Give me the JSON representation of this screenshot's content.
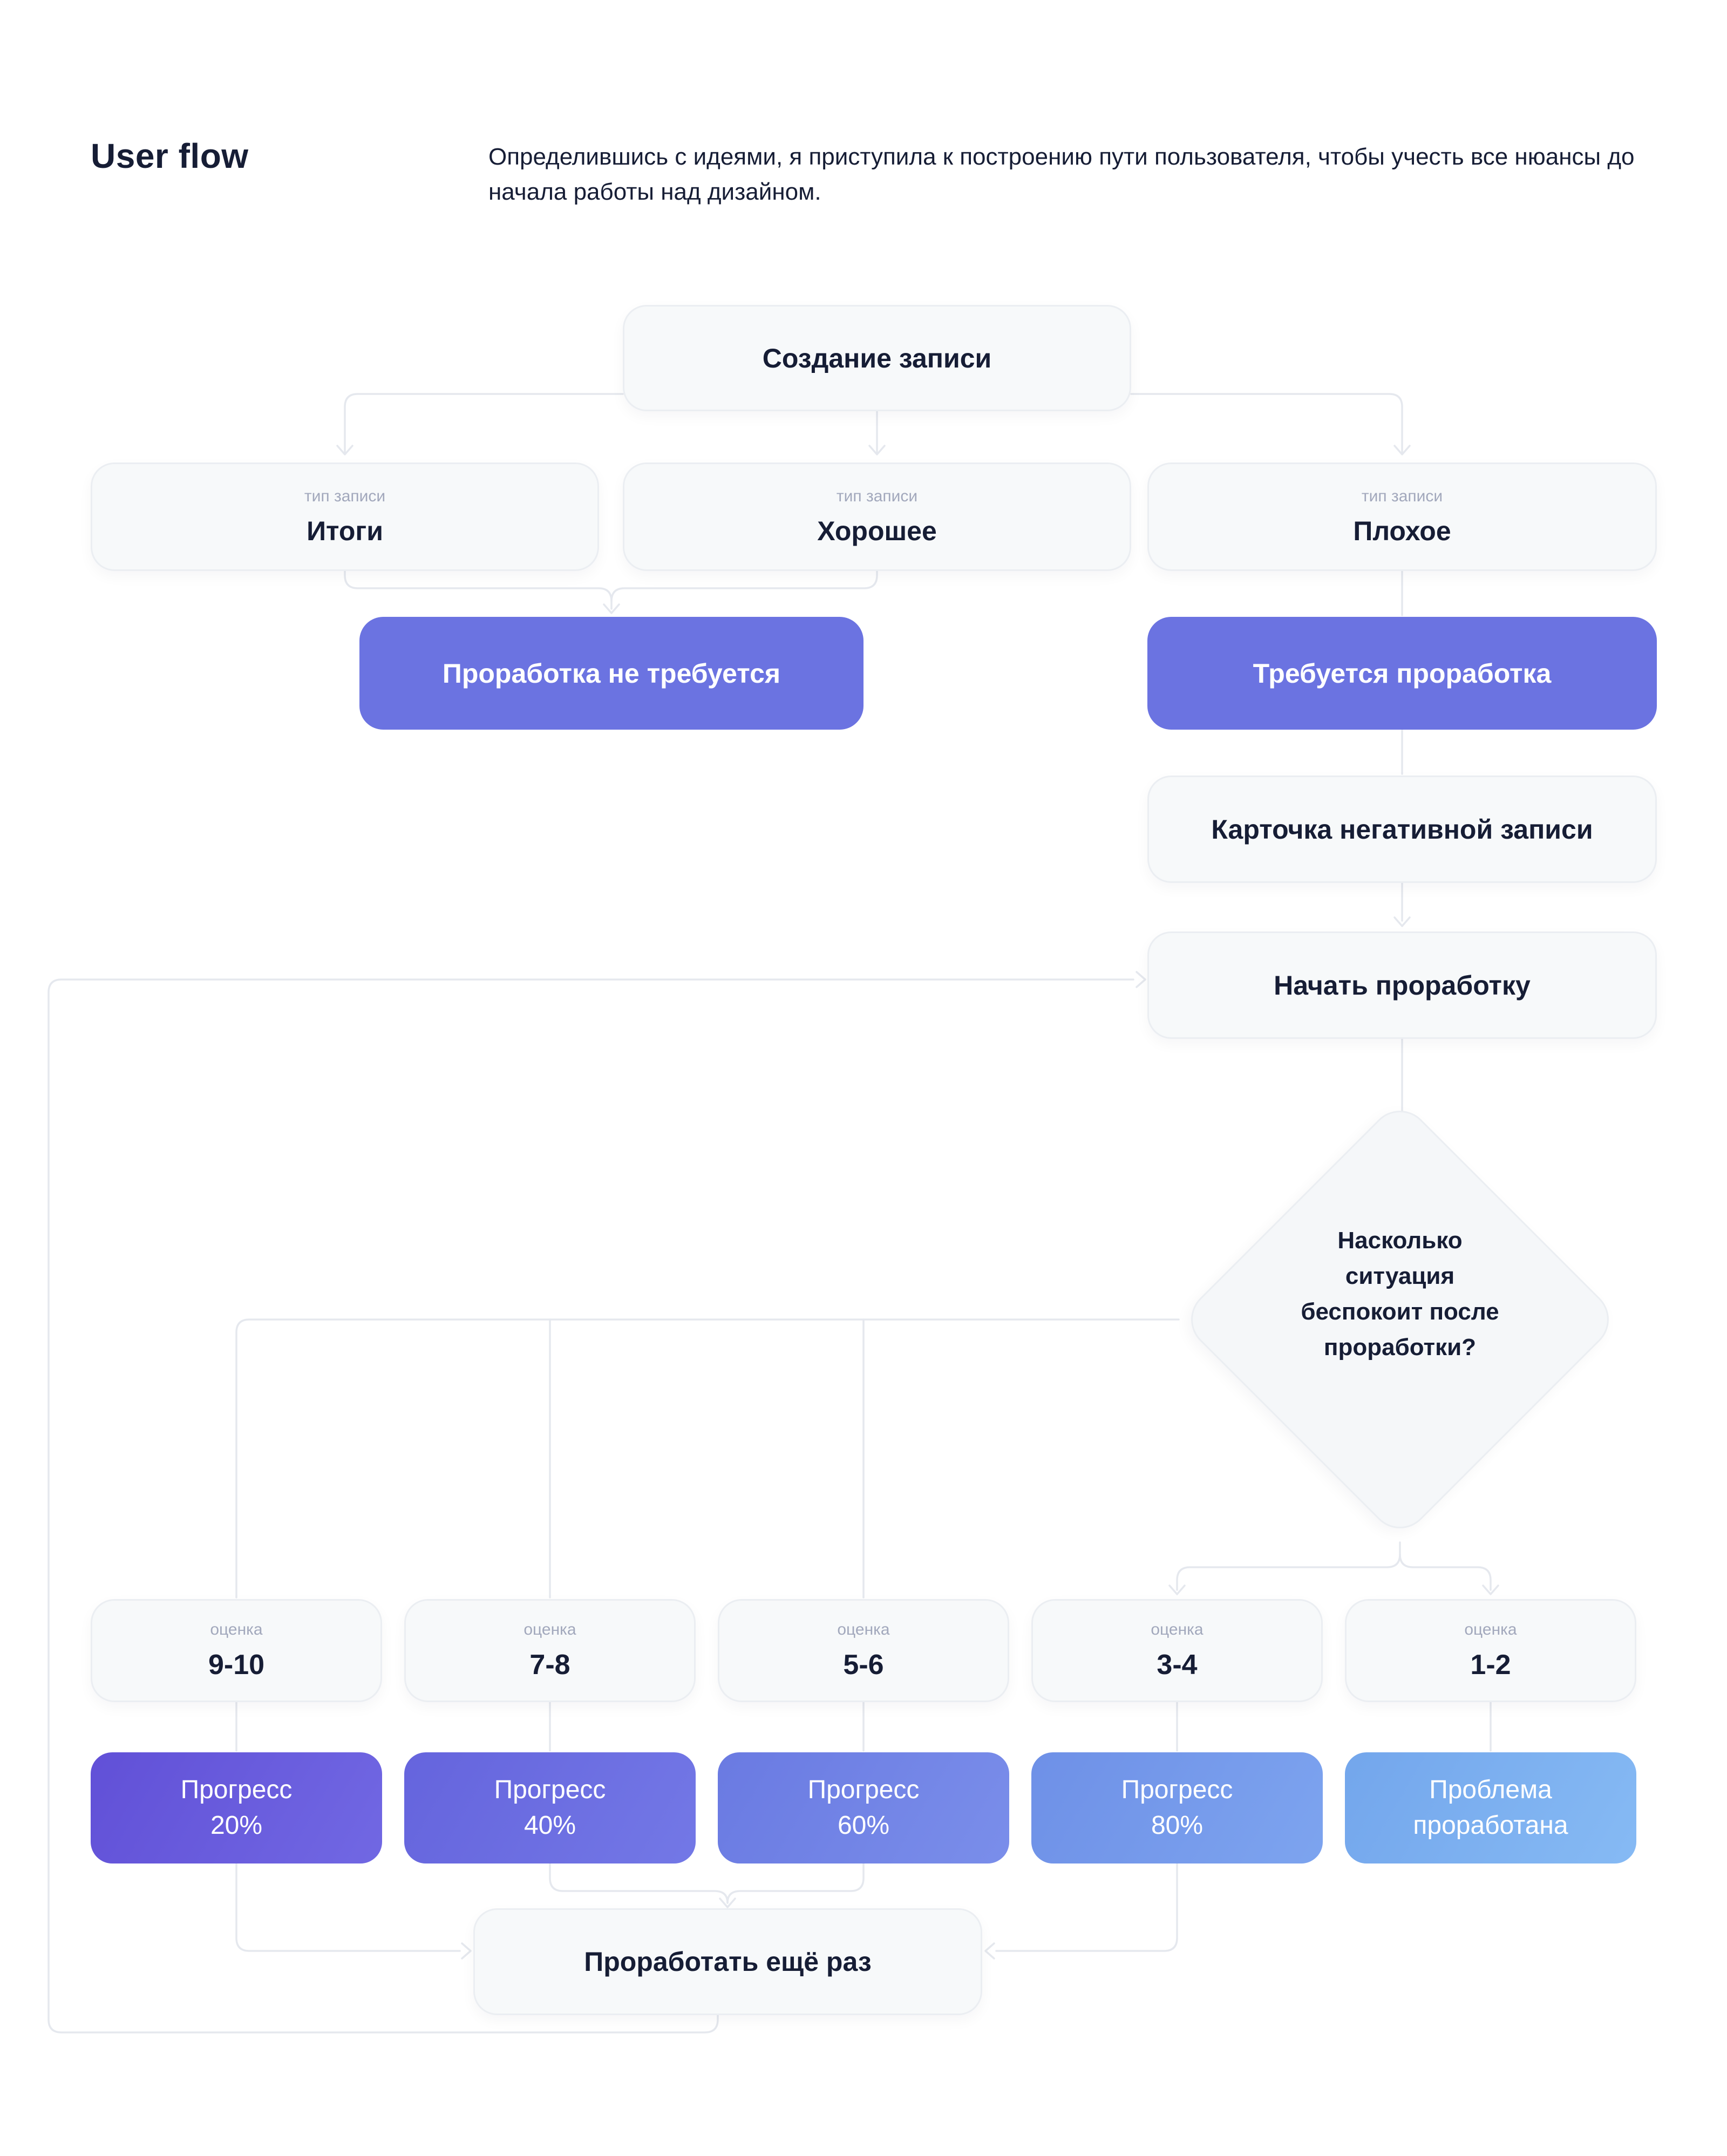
{
  "header": {
    "title": "User flow",
    "description": "Определившись с идеями, я приступила к построению пути пользователя, чтобы учесть все нюансы до начала работы над дизайном."
  },
  "flow": {
    "start": {
      "label": "Создание записи"
    },
    "type_label": "тип записи",
    "types": [
      {
        "label": "Итоги"
      },
      {
        "label": "Хорошее"
      },
      {
        "label": "Плохое"
      }
    ],
    "no_work": {
      "label": "Проработка не требуется"
    },
    "work_required": {
      "label": "Требуется проработка"
    },
    "negative_card": {
      "label": "Карточка негативной записи"
    },
    "start_work": {
      "label": "Начать проработку"
    },
    "decision": {
      "lines": [
        "Насколько",
        "ситуация",
        "беспокоит после",
        "проработки?"
      ]
    },
    "score_label": "оценка",
    "scores": [
      "9-10",
      "7-8",
      "5-6",
      "3-4",
      "1-2"
    ],
    "outcomes": [
      {
        "line1": "Прогресс",
        "line2": "20%"
      },
      {
        "line1": "Прогресс",
        "line2": "40%"
      },
      {
        "line1": "Прогресс",
        "line2": "60%"
      },
      {
        "line1": "Прогресс",
        "line2": "80%"
      },
      {
        "line1": "Проблема",
        "line2": "проработана"
      }
    ],
    "retry": {
      "label": "Проработать ещё раз"
    }
  },
  "colors": {
    "background": "#ffffff",
    "ink": "#161D35",
    "muted_label": "#A2A8BC",
    "primary": "#6B73E1",
    "connector": "#E5E8EE",
    "node_fill": "#F7F9FA",
    "node_border": "#EBEEF2",
    "diamond_fill": "#F5F7F9",
    "outcome_gradients": [
      {
        "from": "#6150D7",
        "to": "#7168E3"
      },
      {
        "from": "#6564DD",
        "to": "#7378E6"
      },
      {
        "from": "#6A7AE2",
        "to": "#7A8EEA"
      },
      {
        "from": "#6E90E7",
        "to": "#7DA4EF"
      },
      {
        "from": "#73A6EC",
        "to": "#86BAF4"
      }
    ]
  }
}
